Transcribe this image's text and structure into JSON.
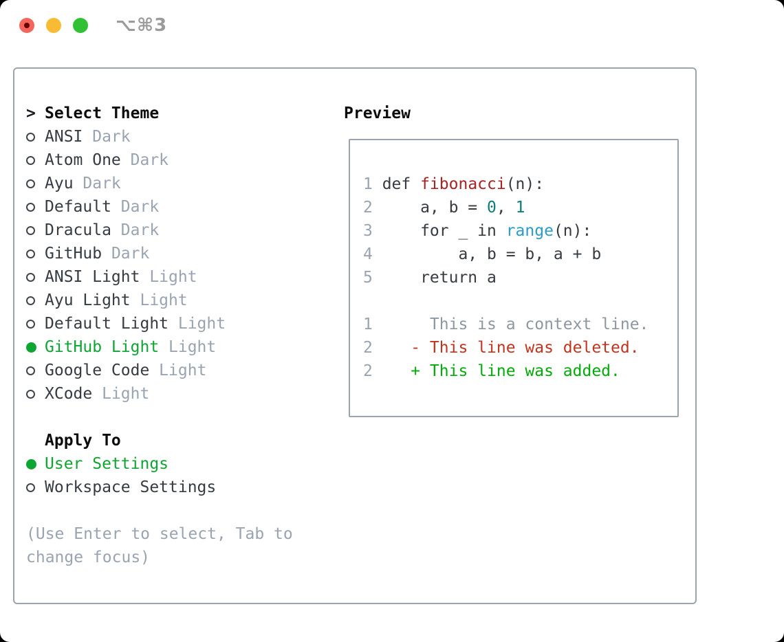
{
  "window": {
    "title": "⌥⌘3",
    "traffic_lights": [
      {
        "name": "close",
        "color": "#f4655c"
      },
      {
        "name": "minimize",
        "color": "#f8bb33"
      },
      {
        "name": "zoom",
        "color": "#30c135"
      }
    ]
  },
  "theme_menu": {
    "prompt": ">",
    "header": "Select Theme",
    "items": [
      {
        "name": "ANSI",
        "variant": "Dark",
        "selected": false
      },
      {
        "name": "Atom One",
        "variant": "Dark",
        "selected": false
      },
      {
        "name": "Ayu",
        "variant": "Dark",
        "selected": false
      },
      {
        "name": "Default",
        "variant": "Dark",
        "selected": false
      },
      {
        "name": "Dracula",
        "variant": "Dark",
        "selected": false
      },
      {
        "name": "GitHub",
        "variant": "Dark",
        "selected": false
      },
      {
        "name": "ANSI Light",
        "variant": "Light",
        "selected": false
      },
      {
        "name": "Ayu Light",
        "variant": "Light",
        "selected": false
      },
      {
        "name": "Default Light",
        "variant": "Light",
        "selected": false
      },
      {
        "name": "GitHub Light",
        "variant": "Light",
        "selected": true
      },
      {
        "name": "Google Code",
        "variant": "Light",
        "selected": false
      },
      {
        "name": "XCode",
        "variant": "Light",
        "selected": false
      }
    ]
  },
  "apply_to": {
    "header": "Apply To",
    "items": [
      {
        "name": "User Settings",
        "selected": true
      },
      {
        "name": "Workspace Settings",
        "selected": false
      }
    ]
  },
  "help_text": "(Use Enter to select, Tab to change focus)",
  "preview": {
    "header": "Preview",
    "code_lines": [
      {
        "no": "1",
        "segments": [
          {
            "text": "def ",
            "cls": "code"
          },
          {
            "text": "fibonacci",
            "cls": "fn"
          },
          {
            "text": "(n):",
            "cls": "code"
          }
        ]
      },
      {
        "no": "2",
        "segments": [
          {
            "text": "    a, b = ",
            "cls": "code"
          },
          {
            "text": "0",
            "cls": "num"
          },
          {
            "text": ", ",
            "cls": "code"
          },
          {
            "text": "1",
            "cls": "num"
          }
        ]
      },
      {
        "no": "3",
        "segments": [
          {
            "text": "    for _ in ",
            "cls": "code"
          },
          {
            "text": "range",
            "cls": "blt"
          },
          {
            "text": "(n):",
            "cls": "code"
          }
        ]
      },
      {
        "no": "4",
        "segments": [
          {
            "text": "        a, b = b, a + b",
            "cls": "code"
          }
        ]
      },
      {
        "no": "5",
        "segments": [
          {
            "text": "    return a",
            "cls": "code"
          }
        ]
      }
    ],
    "diff_lines": [
      {
        "no": "1",
        "segments": [
          {
            "text": "     This is a context line.",
            "cls": "ctx"
          }
        ]
      },
      {
        "no": "2",
        "segments": [
          {
            "text": "   - This line was deleted.",
            "cls": "del"
          }
        ]
      },
      {
        "no": "2",
        "segments": [
          {
            "text": "   + This line was added.",
            "cls": "add"
          }
        ]
      }
    ]
  },
  "colors": {
    "green_selected": "#0fa532",
    "green_added": "#00ac06",
    "red_deleted": "#c4331d",
    "red_function": "#aa2222",
    "teal_number": "#0d7d78",
    "blue_builtin": "#2b9bcc",
    "border_gray": "#9aa3ae",
    "gray_muted": "#9aa4b1",
    "title_gray": "#9b9b9b"
  }
}
